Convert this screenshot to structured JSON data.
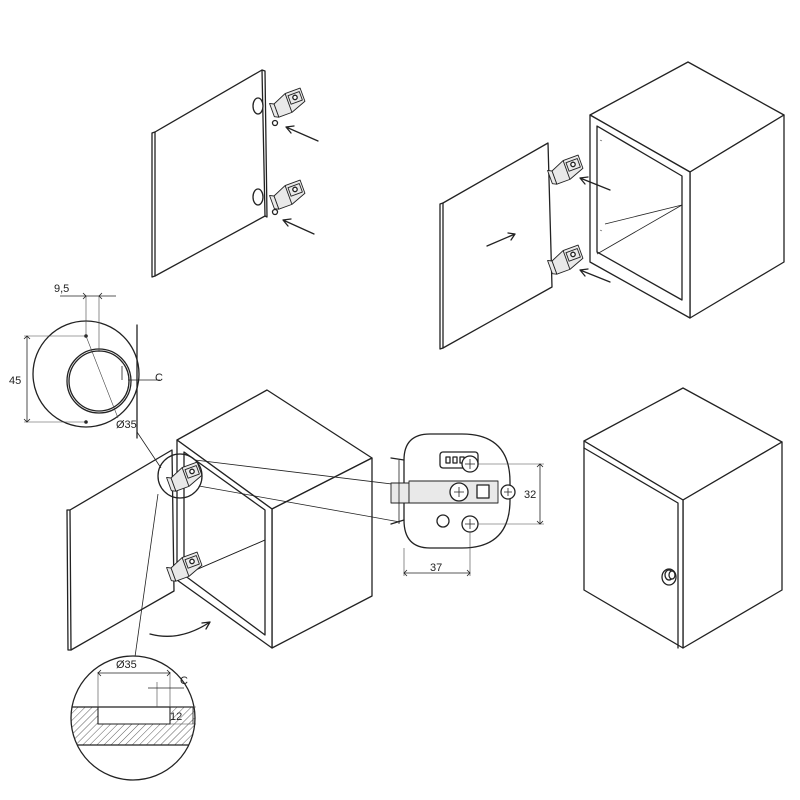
{
  "dimensions": {
    "cup_offset": "9,5",
    "cup_spacing": "45",
    "cup_diameter": "Ø35",
    "cup_diameter_section": "Ø35",
    "door_gap_top": "C",
    "door_gap_section": "C",
    "cup_depth": "12",
    "plate_hole_spacing": "32",
    "plate_setback": "37"
  }
}
